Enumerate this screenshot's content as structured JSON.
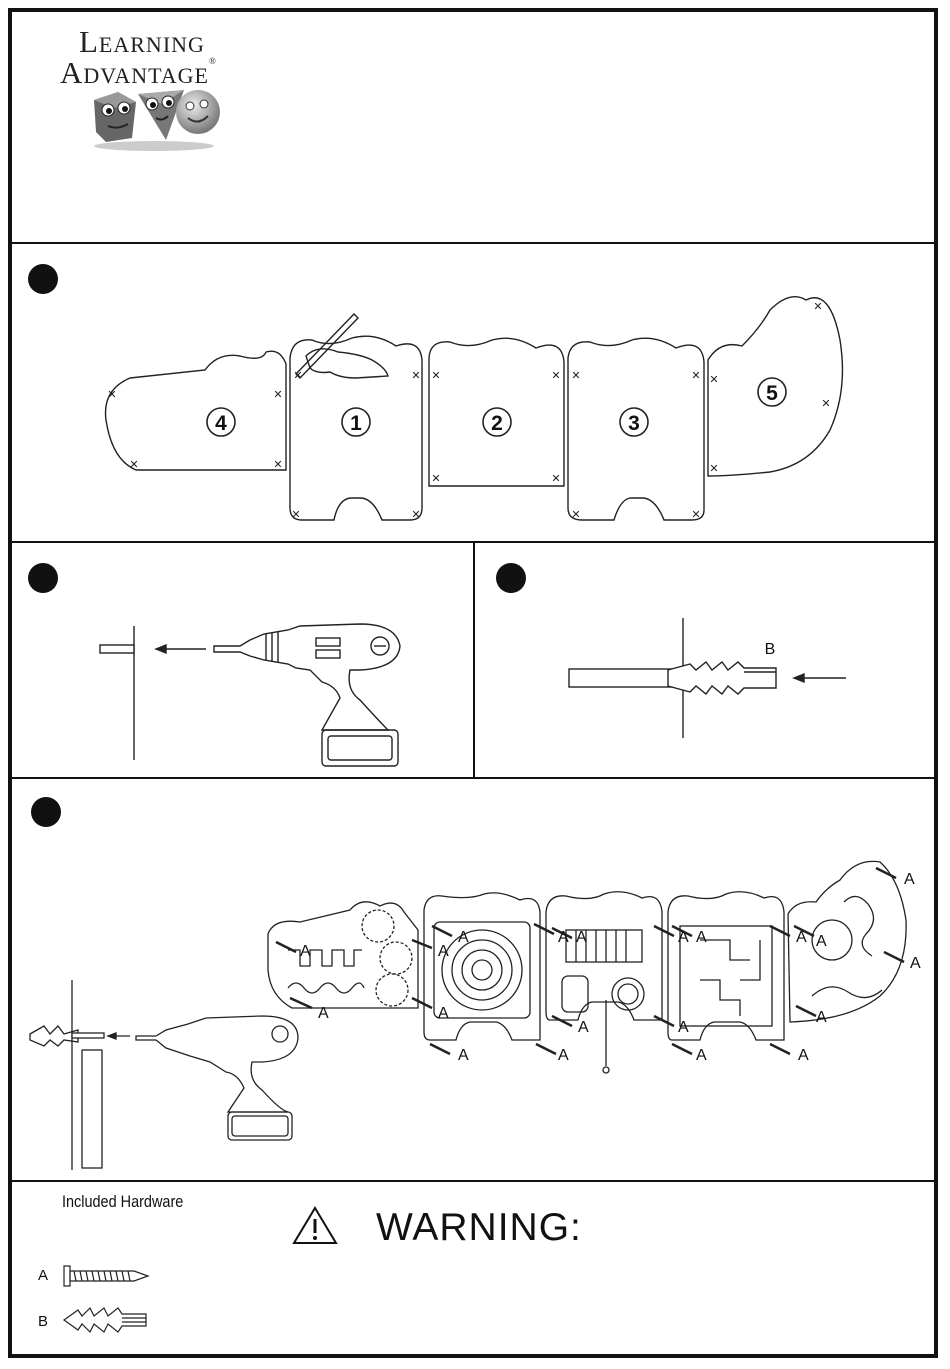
{
  "brand": {
    "line1": "Learning",
    "line2": "Advantage",
    "registered": "®",
    "mascot_icon": "three-shape-mascots-icon"
  },
  "step1": {
    "panel_numbers": [
      "4",
      "1",
      "2",
      "3",
      "5"
    ]
  },
  "step3": {
    "anchor_label": "B"
  },
  "step4": {
    "screw_labels": [
      "A",
      "A",
      "A",
      "A",
      "A",
      "A",
      "A",
      "A",
      "A",
      "A",
      "A",
      "A",
      "A",
      "A",
      "A",
      "A",
      "A",
      "A",
      "A",
      "A"
    ]
  },
  "hardware": {
    "title": "Included Hardware",
    "items": [
      {
        "letter": "A",
        "icon": "screw-icon"
      },
      {
        "letter": "B",
        "icon": "wall-anchor-icon"
      }
    ]
  },
  "warning": {
    "icon": "warning-triangle-icon",
    "text": "WARNING:"
  }
}
